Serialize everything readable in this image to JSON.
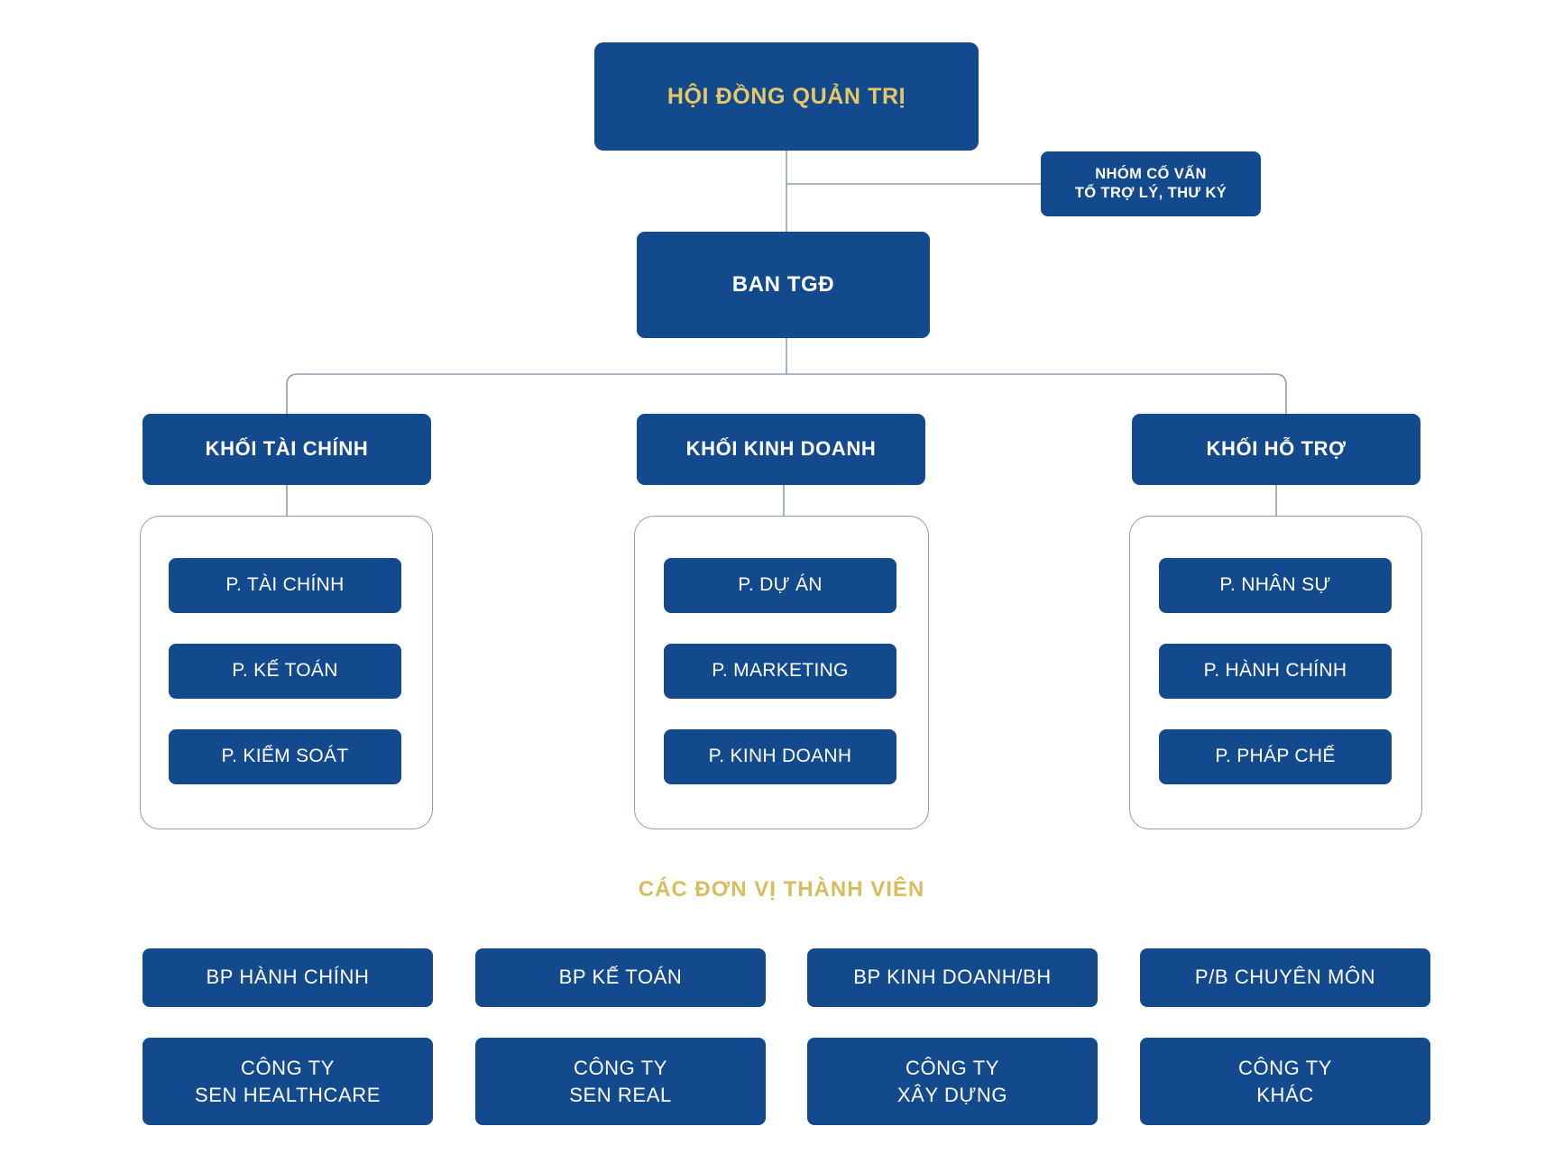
{
  "colors": {
    "box_blue": "#134A8E",
    "gold_text": "#E8C766",
    "section_gold": "#D9BC5C",
    "connector_line": "#8e9db4",
    "background": "#ffffff",
    "white_text": "#ffffff"
  },
  "chart_data": {
    "type": "diagram",
    "diagram_kind": "organizational-chart",
    "orientation": "top-down",
    "nodes": [
      {
        "id": "board",
        "label": "HỘI ĐỒNG QUẢN TRỊ",
        "level": 0,
        "text_color": "#E8C766"
      },
      {
        "id": "advisor",
        "label": "NHÓM CỐ VẤN\nTỔ TRỢ LÝ, THƯ KÝ",
        "level": 1,
        "attached_to": "board",
        "style": "side-branch"
      },
      {
        "id": "ceo",
        "label": "BAN TGĐ",
        "level": 1,
        "parent": "board"
      },
      {
        "id": "div-finance",
        "label": "KHỐI TÀI CHÍNH",
        "level": 2,
        "parent": "ceo"
      },
      {
        "id": "div-business",
        "label": "KHỐI KINH DOANH",
        "level": 2,
        "parent": "ceo"
      },
      {
        "id": "div-support",
        "label": "KHỐI HỖ TRỢ",
        "level": 2,
        "parent": "ceo"
      }
    ],
    "edges": [
      {
        "from": "board",
        "to": "ceo"
      },
      {
        "from": "board",
        "to": "advisor"
      },
      {
        "from": "ceo",
        "to": "div-finance"
      },
      {
        "from": "ceo",
        "to": "div-business"
      },
      {
        "from": "ceo",
        "to": "div-support"
      }
    ]
  },
  "top": {
    "board_label": "HỘI ĐỒNG QUẢN TRỊ",
    "advisor_line1": "NHÓM CỐ VẤN",
    "advisor_line2": "TỔ TRỢ LÝ, THƯ KÝ",
    "ceo_label": "BAN TGĐ"
  },
  "divisions": [
    {
      "id": "finance",
      "label": "KHỐI TÀI CHÍNH",
      "departments": [
        {
          "label": "P. TÀI CHÍNH"
        },
        {
          "label": "P. KẾ TOÁN"
        },
        {
          "label": "P. KIỂM SOÁT"
        }
      ]
    },
    {
      "id": "business",
      "label": "KHỐI KINH DOANH",
      "departments": [
        {
          "label": "P. DỰ ÁN"
        },
        {
          "label": "P. MARKETING"
        },
        {
          "label": "P. KINH DOANH"
        }
      ]
    },
    {
      "id": "support",
      "label": "KHỐI HỖ TRỢ",
      "departments": [
        {
          "label": "P. NHÂN SỰ"
        },
        {
          "label": "P. HÀNH CHÍNH"
        },
        {
          "label": "P. PHÁP CHẾ"
        }
      ]
    }
  ],
  "member_section": {
    "title": "CÁC ĐƠN VỊ THÀNH VIÊN",
    "units": [
      {
        "label": "BP HÀNH CHÍNH"
      },
      {
        "label": "BP KẾ TOÁN"
      },
      {
        "label": "BP KINH DOANH/BH"
      },
      {
        "label": "P/B CHUYÊN MÔN"
      }
    ],
    "companies": [
      {
        "line1": "CÔNG TY",
        "line2": "SEN HEALTHCARE"
      },
      {
        "line1": "CÔNG TY",
        "line2": "SEN REAL"
      },
      {
        "line1": "CÔNG TY",
        "line2": "XÂY DỰNG"
      },
      {
        "line1": "CÔNG TY",
        "line2": "KHÁC"
      }
    ]
  }
}
